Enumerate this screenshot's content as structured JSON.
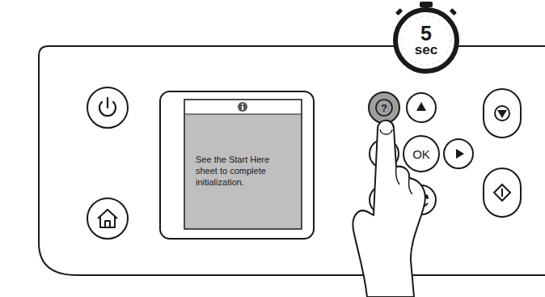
{
  "diagram": {
    "nodes": [
      {
        "text": [
          "5",
          "sec"
        ]
      },
      {
        "text": [
          "See the Start Here sheet to complete initialization."
        ]
      },
      {
        "text": [
          "?"
        ]
      },
      {
        "text": [
          "OK"
        ]
      }
    ]
  }
}
